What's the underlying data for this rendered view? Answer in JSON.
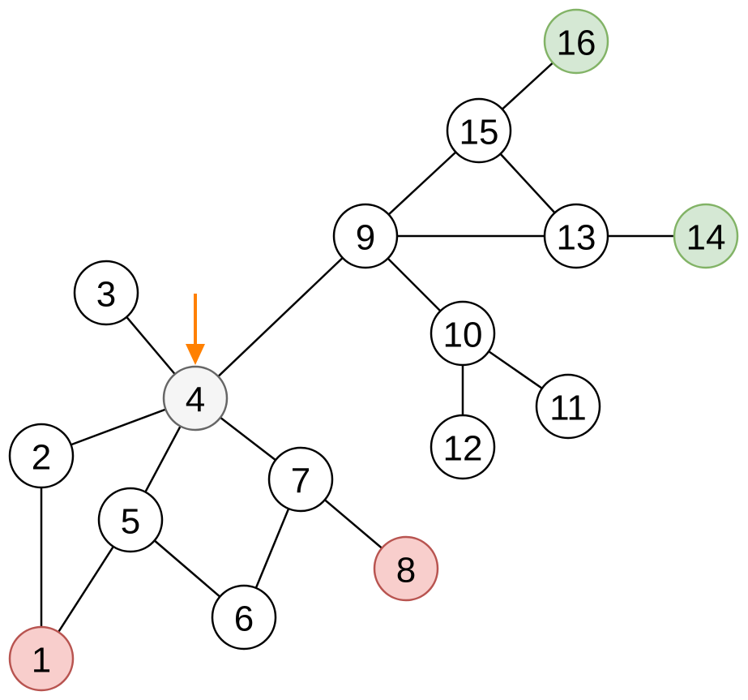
{
  "graph": {
    "nodes": [
      {
        "id": "1",
        "label": "1",
        "style": "red"
      },
      {
        "id": "2",
        "label": "2",
        "style": "default"
      },
      {
        "id": "3",
        "label": "3",
        "style": "default"
      },
      {
        "id": "4",
        "label": "4",
        "style": "gray"
      },
      {
        "id": "5",
        "label": "5",
        "style": "default"
      },
      {
        "id": "6",
        "label": "6",
        "style": "default"
      },
      {
        "id": "7",
        "label": "7",
        "style": "default"
      },
      {
        "id": "8",
        "label": "8",
        "style": "red"
      },
      {
        "id": "9",
        "label": "9",
        "style": "default"
      },
      {
        "id": "10",
        "label": "10",
        "style": "default"
      },
      {
        "id": "11",
        "label": "11",
        "style": "default"
      },
      {
        "id": "12",
        "label": "12",
        "style": "default"
      },
      {
        "id": "13",
        "label": "13",
        "style": "default"
      },
      {
        "id": "14",
        "label": "14",
        "style": "green"
      },
      {
        "id": "15",
        "label": "15",
        "style": "default"
      },
      {
        "id": "16",
        "label": "16",
        "style": "green"
      }
    ],
    "edges": [
      [
        "1",
        "2"
      ],
      [
        "1",
        "5"
      ],
      [
        "2",
        "4"
      ],
      [
        "3",
        "4"
      ],
      [
        "4",
        "5"
      ],
      [
        "4",
        "7"
      ],
      [
        "4",
        "9"
      ],
      [
        "5",
        "6"
      ],
      [
        "6",
        "7"
      ],
      [
        "7",
        "8"
      ],
      [
        "9",
        "10"
      ],
      [
        "9",
        "13"
      ],
      [
        "9",
        "15"
      ],
      [
        "10",
        "11"
      ],
      [
        "10",
        "12"
      ],
      [
        "13",
        "14"
      ],
      [
        "13",
        "15"
      ],
      [
        "15",
        "16"
      ]
    ],
    "marker": {
      "points_to": "4",
      "color": "#ff8000"
    }
  },
  "styles": {
    "default": {
      "fill": "#ffffff",
      "stroke": "#000000"
    },
    "red": {
      "fill": "#f8cecc",
      "stroke": "#b85450"
    },
    "green": {
      "fill": "#d5e8d4",
      "stroke": "#82b366"
    },
    "gray": {
      "fill": "#f5f5f5",
      "stroke": "#666666"
    }
  }
}
